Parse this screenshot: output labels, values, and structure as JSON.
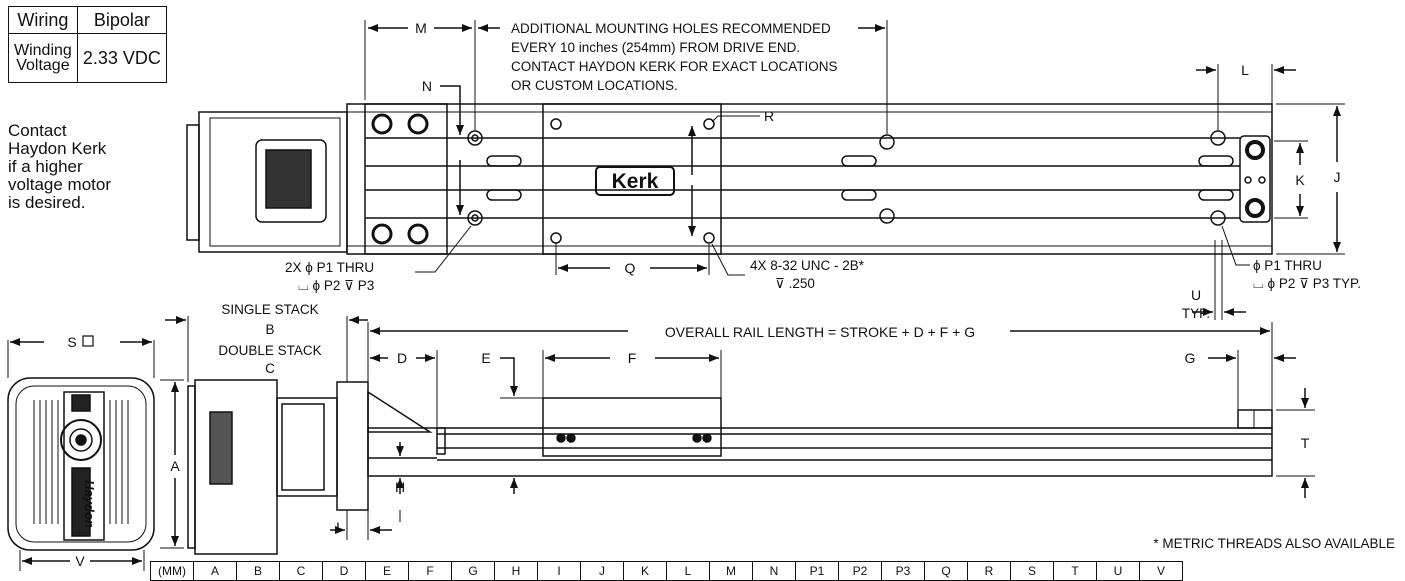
{
  "wiring_table": {
    "wiring_label": "Wiring",
    "wiring_value": "Bipolar",
    "winding_label_1": "Winding",
    "winding_label_2": "Voltage",
    "winding_value": "2.33 VDC"
  },
  "contact_note": [
    "Contact",
    "Haydon Kerk",
    "if a higher",
    "voltage motor",
    "is desired."
  ],
  "callouts": {
    "mounting_1": "ADDITIONAL MOUNTING HOLES RECOMMENDED",
    "mounting_2": "EVERY 10 inches (254mm) FROM DRIVE END.",
    "mounting_3": "CONTACT HAYDON KERK FOR EXACT LOCATIONS",
    "mounting_4": "OR CUSTOM LOCATIONS.",
    "p1_left_1": "2X ϕ P1 THRU",
    "p1_left_2": "⌴ ϕ P2 ⊽ P3",
    "thread_1": "4X 8-32 UNC - 2B*",
    "thread_2": "⊽ .250",
    "p1_right_1": "ϕ P1 THRU",
    "p1_right_2": "⌴ ϕ P2 ⊽ P3 TYP.",
    "single_stack": "SINGLE STACK",
    "double_stack": "DOUBLE STACK",
    "u_typ": "TYP.",
    "overall": "OVERALL RAIL LENGTH = STROKE + D + F + G",
    "metric": "* METRIC THREADS ALSO AVAILABLE",
    "carriage_logo": "Kerk",
    "motor_brand": "Haydon"
  },
  "dimension_letters": {
    "M": "M",
    "N": "N",
    "R": "R",
    "L": "L",
    "J": "J",
    "K": "K",
    "Q": "Q",
    "U": "U",
    "S": "S",
    "B": "B",
    "C": "C",
    "D": "D",
    "E": "E",
    "F": "F",
    "G": "G",
    "T": "T",
    "A": "A",
    "H": "H",
    "I": "I",
    "V": "V"
  },
  "spec_table_header": [
    "(MM)",
    "A",
    "B",
    "C",
    "D",
    "E",
    "F",
    "G",
    "H",
    "I",
    "J",
    "K",
    "L",
    "M",
    "N",
    "P1",
    "P2",
    "P3",
    "Q",
    "R",
    "S",
    "T",
    "U",
    "V"
  ]
}
